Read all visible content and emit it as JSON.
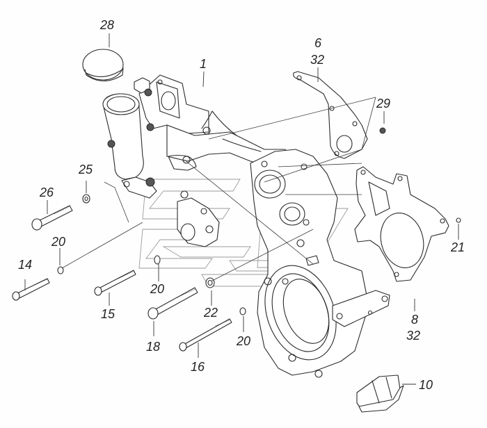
{
  "diagram": {
    "type": "exploded-parts-view",
    "subject": "engine front housing assembly",
    "callouts": [
      {
        "id": "c1",
        "text": "1"
      },
      {
        "id": "c6",
        "text": "6"
      },
      {
        "id": "c6q",
        "text": "32"
      },
      {
        "id": "c8",
        "text": "8"
      },
      {
        "id": "c8q",
        "text": "32"
      },
      {
        "id": "c10",
        "text": "10"
      },
      {
        "id": "c14",
        "text": "14"
      },
      {
        "id": "c15",
        "text": "15"
      },
      {
        "id": "c16",
        "text": "16"
      },
      {
        "id": "c18",
        "text": "18"
      },
      {
        "id": "c20a",
        "text": "20"
      },
      {
        "id": "c20b",
        "text": "20"
      },
      {
        "id": "c20c",
        "text": "20"
      },
      {
        "id": "c21",
        "text": "21"
      },
      {
        "id": "c22",
        "text": "22"
      },
      {
        "id": "c25",
        "text": "25"
      },
      {
        "id": "c26",
        "text": "26"
      },
      {
        "id": "c28",
        "text": "28"
      },
      {
        "id": "c29",
        "text": "29"
      }
    ],
    "colors": {
      "line": "#2a2a2a",
      "background": "#fdfefd",
      "watermark": "#9a9a9a"
    }
  }
}
